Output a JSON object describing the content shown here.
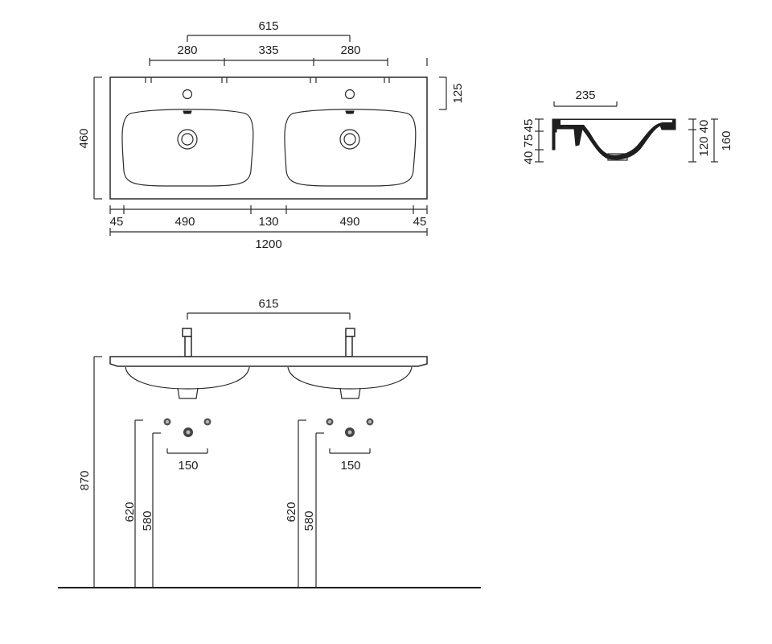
{
  "plan_view": {
    "dims": {
      "tap_spacing": "615",
      "left_side": "280",
      "middle": "335",
      "right_side": "280",
      "depth": "460",
      "tap_offset": "125",
      "margin_left": "45",
      "basin_left": "490",
      "center_gap": "130",
      "basin_right": "490",
      "margin_right": "45",
      "total_width": "1200"
    }
  },
  "section_view": {
    "dims": {
      "depth": "235",
      "a": "45",
      "b": "75",
      "c": "40",
      "d": "40",
      "e": "120",
      "height": "160"
    }
  },
  "front_view": {
    "dims": {
      "tap_spacing": "615",
      "install_height": "870",
      "left_waste_outer": "620",
      "left_waste_inner": "580",
      "left_supply_spacing": "150",
      "right_waste_outer": "620",
      "right_waste_inner": "580",
      "right_supply_spacing": "150"
    }
  }
}
